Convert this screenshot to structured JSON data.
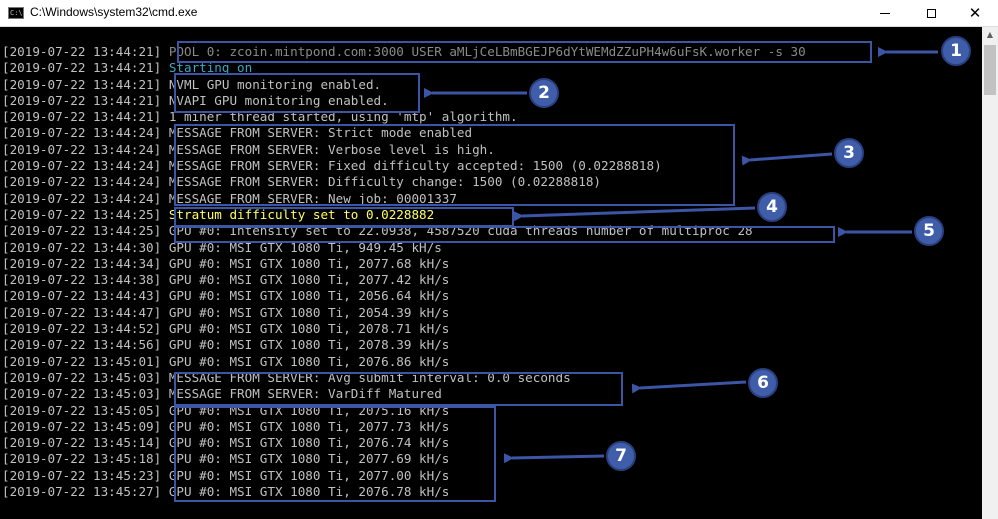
{
  "window": {
    "title": "C:\\Windows\\system32\\cmd.exe",
    "icon_text": "C:\\"
  },
  "console": {
    "lines": [
      {
        "ts": "[2019-07-22 13:44:21]",
        "msg": " POOL 0: zcoin.mintpond.com:3000 USER aMLjCeLBmBGEJP6dYtWEMdZZuPH4w6uFsK.worker -s 30",
        "style": "gray"
      },
      {
        "ts": "[2019-07-22 13:44:21]",
        "msg": " Starting on",
        "style": "cyan"
      },
      {
        "ts": "[2019-07-22 13:44:21]",
        "msg": " NVML GPU monitoring enabled.",
        "style": ""
      },
      {
        "ts": "[2019-07-22 13:44:21]",
        "msg": " NVAPI GPU monitoring enabled.",
        "style": ""
      },
      {
        "ts": "[2019-07-22 13:44:21]",
        "msg": " 1 miner thread started, using 'mtp' algorithm.",
        "style": ""
      },
      {
        "ts": "[2019-07-22 13:44:24]",
        "msg": " MESSAGE FROM SERVER: Strict mode enabled",
        "style": ""
      },
      {
        "ts": "[2019-07-22 13:44:24]",
        "msg": " MESSAGE FROM SERVER: Verbose level is high.",
        "style": ""
      },
      {
        "ts": "[2019-07-22 13:44:24]",
        "msg": " MESSAGE FROM SERVER: Fixed difficulty accepted: 1500 (0.02288818)",
        "style": ""
      },
      {
        "ts": "[2019-07-22 13:44:24]",
        "msg": " MESSAGE FROM SERVER: Difficulty change: 1500 (0.02288818)",
        "style": ""
      },
      {
        "ts": "[2019-07-22 13:44:24]",
        "msg": " MESSAGE FROM SERVER: New job: 00001337",
        "style": ""
      },
      {
        "ts": "[2019-07-22 13:44:25]",
        "msg": " Stratum difficulty set to 0.0228882",
        "style": "yellow"
      },
      {
        "ts": "[2019-07-22 13:44:25]",
        "msg": " GPU #0: Intensity set to 22.0938, 4587520 cuda threads number of multiproc 28",
        "style": ""
      },
      {
        "ts": "[2019-07-22 13:44:30]",
        "msg": " GPU #0: MSI GTX 1080 Ti, 949.45 kH/s",
        "style": ""
      },
      {
        "ts": "[2019-07-22 13:44:34]",
        "msg": " GPU #0: MSI GTX 1080 Ti, 2077.68 kH/s",
        "style": ""
      },
      {
        "ts": "[2019-07-22 13:44:38]",
        "msg": " GPU #0: MSI GTX 1080 Ti, 2077.42 kH/s",
        "style": ""
      },
      {
        "ts": "[2019-07-22 13:44:43]",
        "msg": " GPU #0: MSI GTX 1080 Ti, 2056.64 kH/s",
        "style": ""
      },
      {
        "ts": "[2019-07-22 13:44:47]",
        "msg": " GPU #0: MSI GTX 1080 Ti, 2054.39 kH/s",
        "style": ""
      },
      {
        "ts": "[2019-07-22 13:44:52]",
        "msg": " GPU #0: MSI GTX 1080 Ti, 2078.71 kH/s",
        "style": ""
      },
      {
        "ts": "[2019-07-22 13:44:56]",
        "msg": " GPU #0: MSI GTX 1080 Ti, 2078.39 kH/s",
        "style": ""
      },
      {
        "ts": "[2019-07-22 13:45:01]",
        "msg": " GPU #0: MSI GTX 1080 Ti, 2076.86 kH/s",
        "style": ""
      },
      {
        "ts": "[2019-07-22 13:45:03]",
        "msg": " MESSAGE FROM SERVER: Avg submit interval: 0.0 seconds",
        "style": ""
      },
      {
        "ts": "[2019-07-22 13:45:03]",
        "msg": " MESSAGE FROM SERVER: VarDiff Matured",
        "style": ""
      },
      {
        "ts": "[2019-07-22 13:45:05]",
        "msg": " GPU #0: MSI GTX 1080 Ti, 2075.16 kH/s",
        "style": ""
      },
      {
        "ts": "[2019-07-22 13:45:09]",
        "msg": " GPU #0: MSI GTX 1080 Ti, 2077.73 kH/s",
        "style": ""
      },
      {
        "ts": "[2019-07-22 13:45:14]",
        "msg": " GPU #0: MSI GTX 1080 Ti, 2076.74 kH/s",
        "style": ""
      },
      {
        "ts": "[2019-07-22 13:45:18]",
        "msg": " GPU #0: MSI GTX 1080 Ti, 2077.69 kH/s",
        "style": ""
      },
      {
        "ts": "[2019-07-22 13:45:23]",
        "msg": " GPU #0: MSI GTX 1080 Ti, 2077.00 kH/s",
        "style": ""
      },
      {
        "ts": "[2019-07-22 13:45:27]",
        "msg": " GPU #0: MSI GTX 1080 Ti, 2076.78 kH/s",
        "style": ""
      }
    ]
  },
  "annotations": {
    "badge_1": "1",
    "badge_2": "2",
    "badge_3": "3",
    "badge_4": "4",
    "badge_5": "5",
    "badge_6": "6",
    "badge_7": "7"
  },
  "colors": {
    "console_bg": "#000000",
    "console_text": "#c0c0c0",
    "highlight_yellow": "#ffff66",
    "highlight_cyan": "#3aa8c8",
    "annotation_blue": "#3f5da8"
  },
  "icons": {
    "app": "cmd-icon",
    "minimize": "minimize-icon",
    "maximize": "maximize-icon",
    "close": "close-icon"
  }
}
